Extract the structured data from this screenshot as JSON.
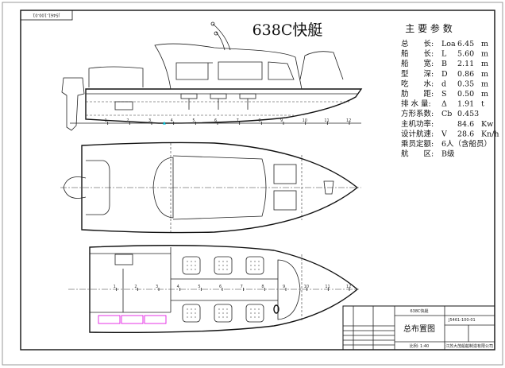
{
  "drawing": {
    "title": "638C快艇",
    "drawing_number": "J5461-100-01",
    "station_numbers": [
      "1",
      "2",
      "3",
      "4",
      "5",
      "6",
      "7",
      "8",
      "9",
      "10",
      "11",
      "12"
    ]
  },
  "specs": {
    "heading": "主 要 参 数",
    "rows": [
      {
        "label": "总　　长:",
        "symbol": "Loa",
        "value": "6.45",
        "unit": "m"
      },
      {
        "label": "船　　长:",
        "symbol": "L",
        "value": "5.60",
        "unit": "m"
      },
      {
        "label": "船　　宽:",
        "symbol": "B",
        "value": "2.11",
        "unit": "m"
      },
      {
        "label": "型　　深:",
        "symbol": "D",
        "value": "0.86",
        "unit": "m"
      },
      {
        "label": "吃　　水:",
        "symbol": "d",
        "value": "0.35",
        "unit": "m"
      },
      {
        "label": "肋　　距:",
        "symbol": "S",
        "value": "0.50",
        "unit": "m"
      },
      {
        "label": "排 水 量:",
        "symbol": "Δ",
        "value": "1.91",
        "unit": "t"
      },
      {
        "label": "方形系数:",
        "symbol": "Cb",
        "value": "0.453",
        "unit": ""
      },
      {
        "label": "主机功率:",
        "symbol": "",
        "value": "84.6",
        "unit": "Kw"
      },
      {
        "label": "设计航速:",
        "symbol": "V",
        "value": "28.6",
        "unit": "Kn/h"
      },
      {
        "label": "乘员定额:",
        "symbol": "",
        "value": "6人（含船员）",
        "unit": ""
      },
      {
        "label": "航　　区:",
        "symbol": "",
        "value": "B级",
        "unit": ""
      }
    ]
  },
  "title_block": {
    "vessel": "638C快艇",
    "sheet_title": "总布置图",
    "scale": "比例: 1:40",
    "number": "J5461-100-01",
    "company": "江苏大茂船舶制造有限公司"
  },
  "colors": {
    "line": "#222222",
    "cyan_note": "#00c8e0",
    "magenta_battery": "#e000e0"
  }
}
